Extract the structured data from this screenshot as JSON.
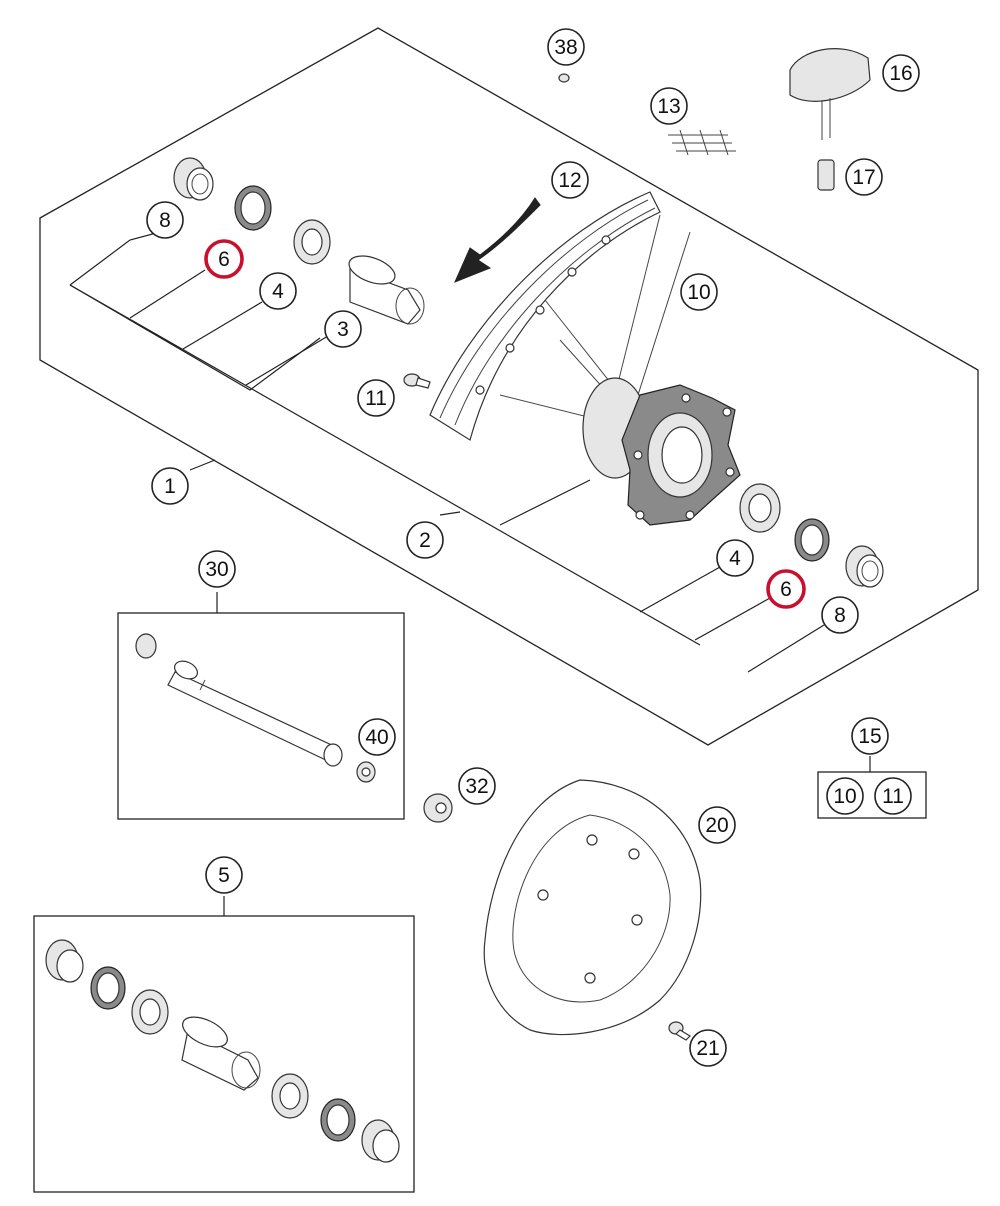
{
  "diagram": {
    "callouts": [
      {
        "id": "c38",
        "label": "38",
        "highlight": false
      },
      {
        "id": "c16",
        "label": "16",
        "highlight": false
      },
      {
        "id": "c13",
        "label": "13",
        "highlight": false
      },
      {
        "id": "c17",
        "label": "17",
        "highlight": false
      },
      {
        "id": "c12",
        "label": "12",
        "highlight": false
      },
      {
        "id": "c8a",
        "label": "8",
        "highlight": false
      },
      {
        "id": "c6a",
        "label": "6",
        "highlight": true
      },
      {
        "id": "c4a",
        "label": "4",
        "highlight": false
      },
      {
        "id": "c10a",
        "label": "10",
        "highlight": false
      },
      {
        "id": "c3",
        "label": "3",
        "highlight": false
      },
      {
        "id": "c11a",
        "label": "11",
        "highlight": false
      },
      {
        "id": "c1",
        "label": "1",
        "highlight": false
      },
      {
        "id": "c2",
        "label": "2",
        "highlight": false
      },
      {
        "id": "c4b",
        "label": "4",
        "highlight": false
      },
      {
        "id": "c6b",
        "label": "6",
        "highlight": true
      },
      {
        "id": "c8b",
        "label": "8",
        "highlight": false
      },
      {
        "id": "c30",
        "label": "30",
        "highlight": false
      },
      {
        "id": "c40",
        "label": "40",
        "highlight": false
      },
      {
        "id": "c32",
        "label": "32",
        "highlight": false
      },
      {
        "id": "c15",
        "label": "15",
        "highlight": false
      },
      {
        "id": "c10b",
        "label": "10",
        "highlight": false
      },
      {
        "id": "c11b",
        "label": "11",
        "highlight": false
      },
      {
        "id": "c20",
        "label": "20",
        "highlight": false
      },
      {
        "id": "c5",
        "label": "5",
        "highlight": false
      },
      {
        "id": "c21",
        "label": "21",
        "highlight": false
      }
    ],
    "colors": {
      "line": "#222222",
      "highlight": "#c8102e",
      "background": "#ffffff"
    }
  }
}
